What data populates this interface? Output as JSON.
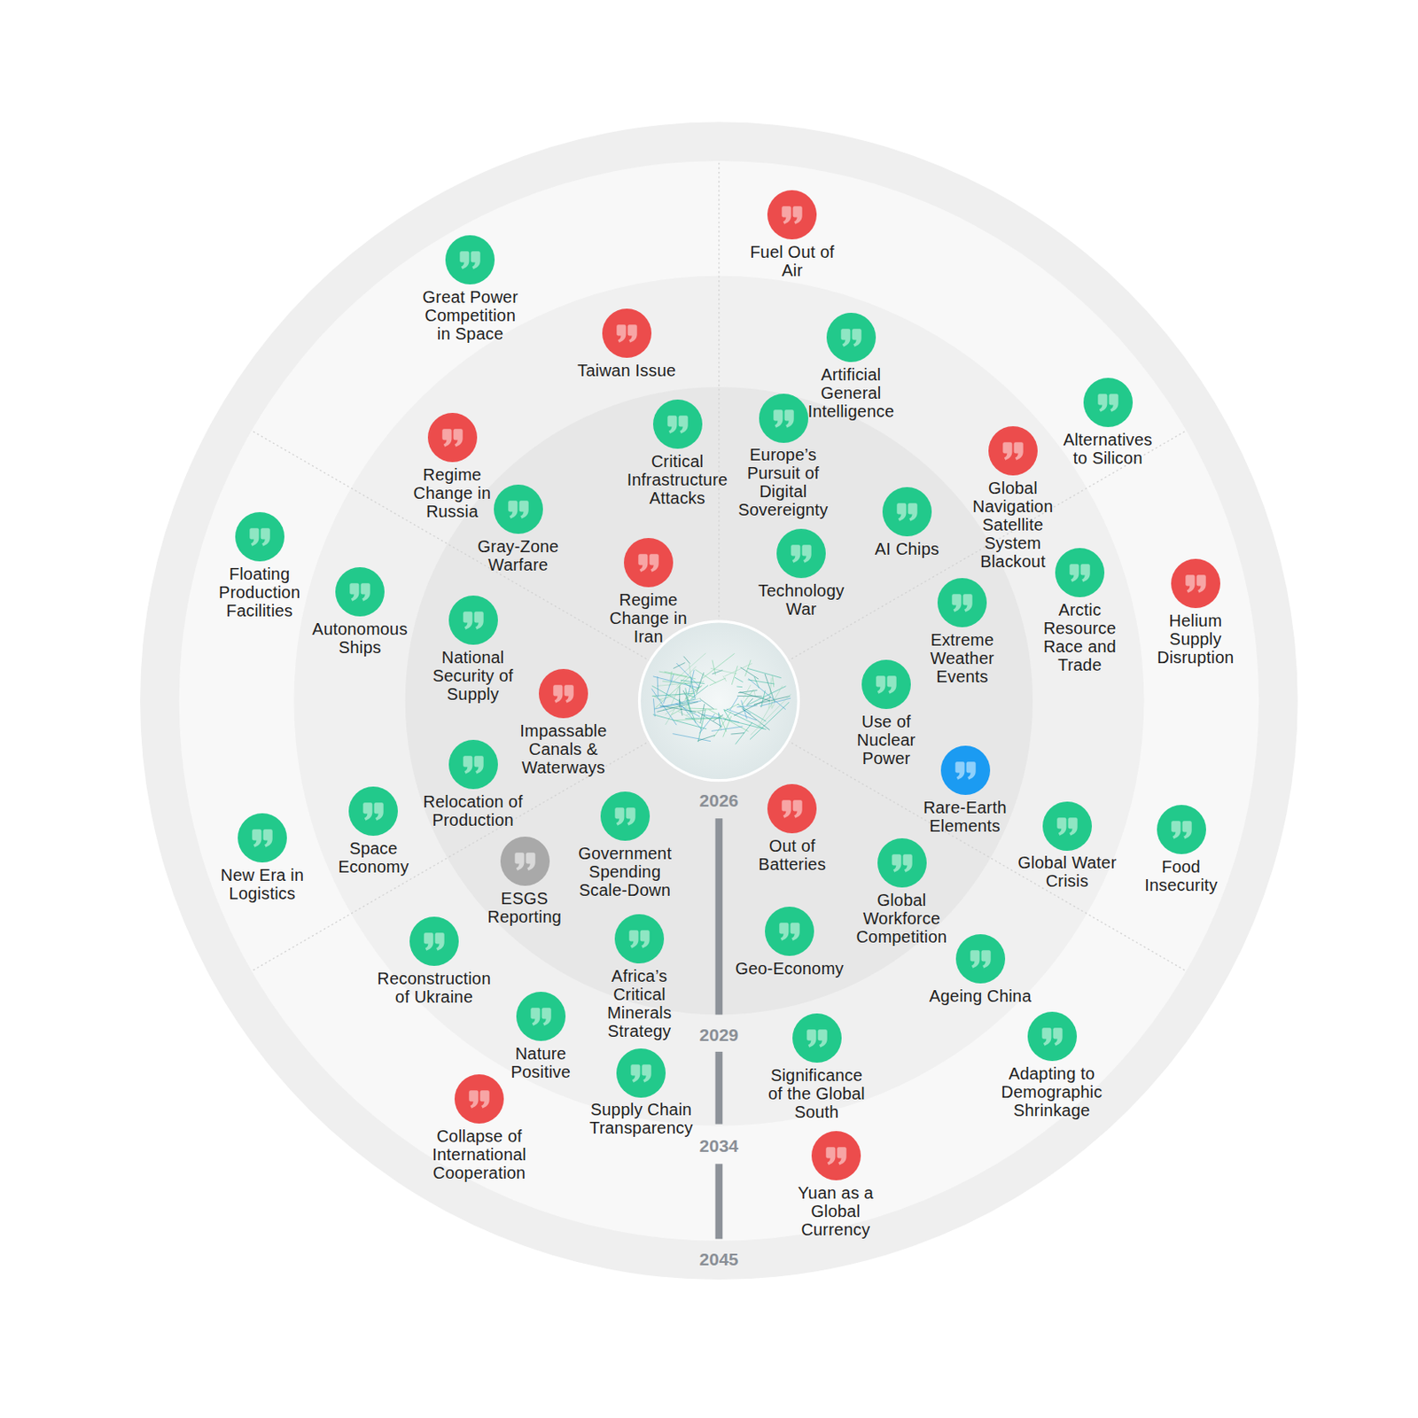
{
  "diagram": {
    "nodes": [
      {
        "text": [
          "Fuel Out of Air"
        ]
      },
      {
        "text": [
          "Great Power Competition in Space"
        ]
      },
      {
        "text": [
          "Taiwan Issue"
        ]
      },
      {
        "text": [
          "Artificial General Intelligence"
        ]
      },
      {
        "text": [
          "Alternatives to Silicon"
        ]
      },
      {
        "text": [
          "Regime Change in Russia"
        ]
      },
      {
        "text": [
          "Critical Infrastructure Attacks"
        ]
      },
      {
        "text": [
          "Europe’s Pursuit of Digital Sovereignty"
        ]
      },
      {
        "text": [
          "Global Navigation Satellite System Blackout"
        ]
      },
      {
        "text": [
          "Floating Production Facilities"
        ]
      },
      {
        "text": [
          "Gray-Zone Warfare"
        ]
      },
      {
        "text": [
          "AI Chips"
        ]
      },
      {
        "text": [
          "Regime Change in Iran"
        ]
      },
      {
        "text": [
          "Technology War"
        ]
      },
      {
        "text": [
          "Arctic Resource Race and Trade"
        ]
      },
      {
        "text": [
          "Helium Supply Disruption"
        ]
      },
      {
        "text": [
          "Autonomous Ships"
        ]
      },
      {
        "text": [
          "National Security of Supply"
        ]
      },
      {
        "text": [
          "Extreme Weather Events"
        ]
      },
      {
        "text": [
          "Use of Nuclear Power"
        ]
      },
      {
        "text": [
          "Impassable Canals & Waterways"
        ]
      },
      {
        "text": [
          "Relocation of Production"
        ]
      },
      {
        "text": [
          "Rare-Earth Elements"
        ]
      },
      {
        "text": [
          "New Era in Logistics"
        ]
      },
      {
        "text": [
          "Space Economy"
        ]
      },
      {
        "text": [
          "Government Spending Scale-Down"
        ]
      },
      {
        "text": [
          "ESGS Reporting"
        ]
      },
      {
        "text": [
          "Out of Batteries"
        ]
      },
      {
        "text": [
          "Global Water Crisis"
        ]
      },
      {
        "text": [
          "Food Insecurity"
        ]
      },
      {
        "text": [
          "Global Workforce Competition"
        ]
      },
      {
        "text": [
          "Reconstruction of Ukraine"
        ]
      },
      {
        "text": [
          "Africa’s Critical Minerals Strategy"
        ]
      },
      {
        "text": [
          "Geo-Economy"
        ]
      },
      {
        "text": [
          "Ageing China"
        ]
      },
      {
        "text": [
          "Nature Positive"
        ]
      },
      {
        "text": [
          "Significance of the Global South"
        ]
      },
      {
        "text": [
          "Adapting to Demographic Shrinkage"
        ]
      },
      {
        "text": [
          "Supply Chain Transparency"
        ]
      },
      {
        "text": [
          "Collapse of International Cooperation"
        ]
      },
      {
        "text": [
          "Yuan as a Global Currency"
        ]
      }
    ],
    "labels": [
      "2026",
      "2029",
      "2034",
      "2045"
    ]
  }
}
